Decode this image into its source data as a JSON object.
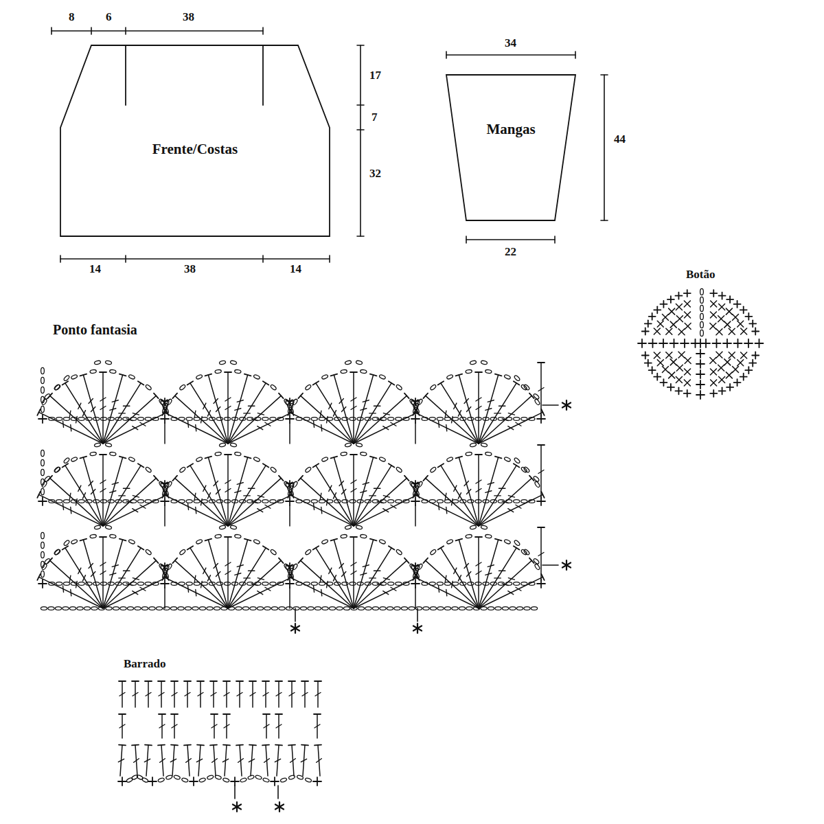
{
  "diagram": {
    "nodes": [
      {
        "text": [
          "Frente/Costas"
        ]
      },
      {
        "text": [
          "Mangas"
        ]
      }
    ],
    "labels": [
      "8",
      "6",
      "38",
      "34",
      "17",
      "7",
      "32",
      "44",
      "22",
      "14",
      "38",
      "14",
      "Botão",
      "Ponto fantasia",
      "Barrado"
    ]
  }
}
